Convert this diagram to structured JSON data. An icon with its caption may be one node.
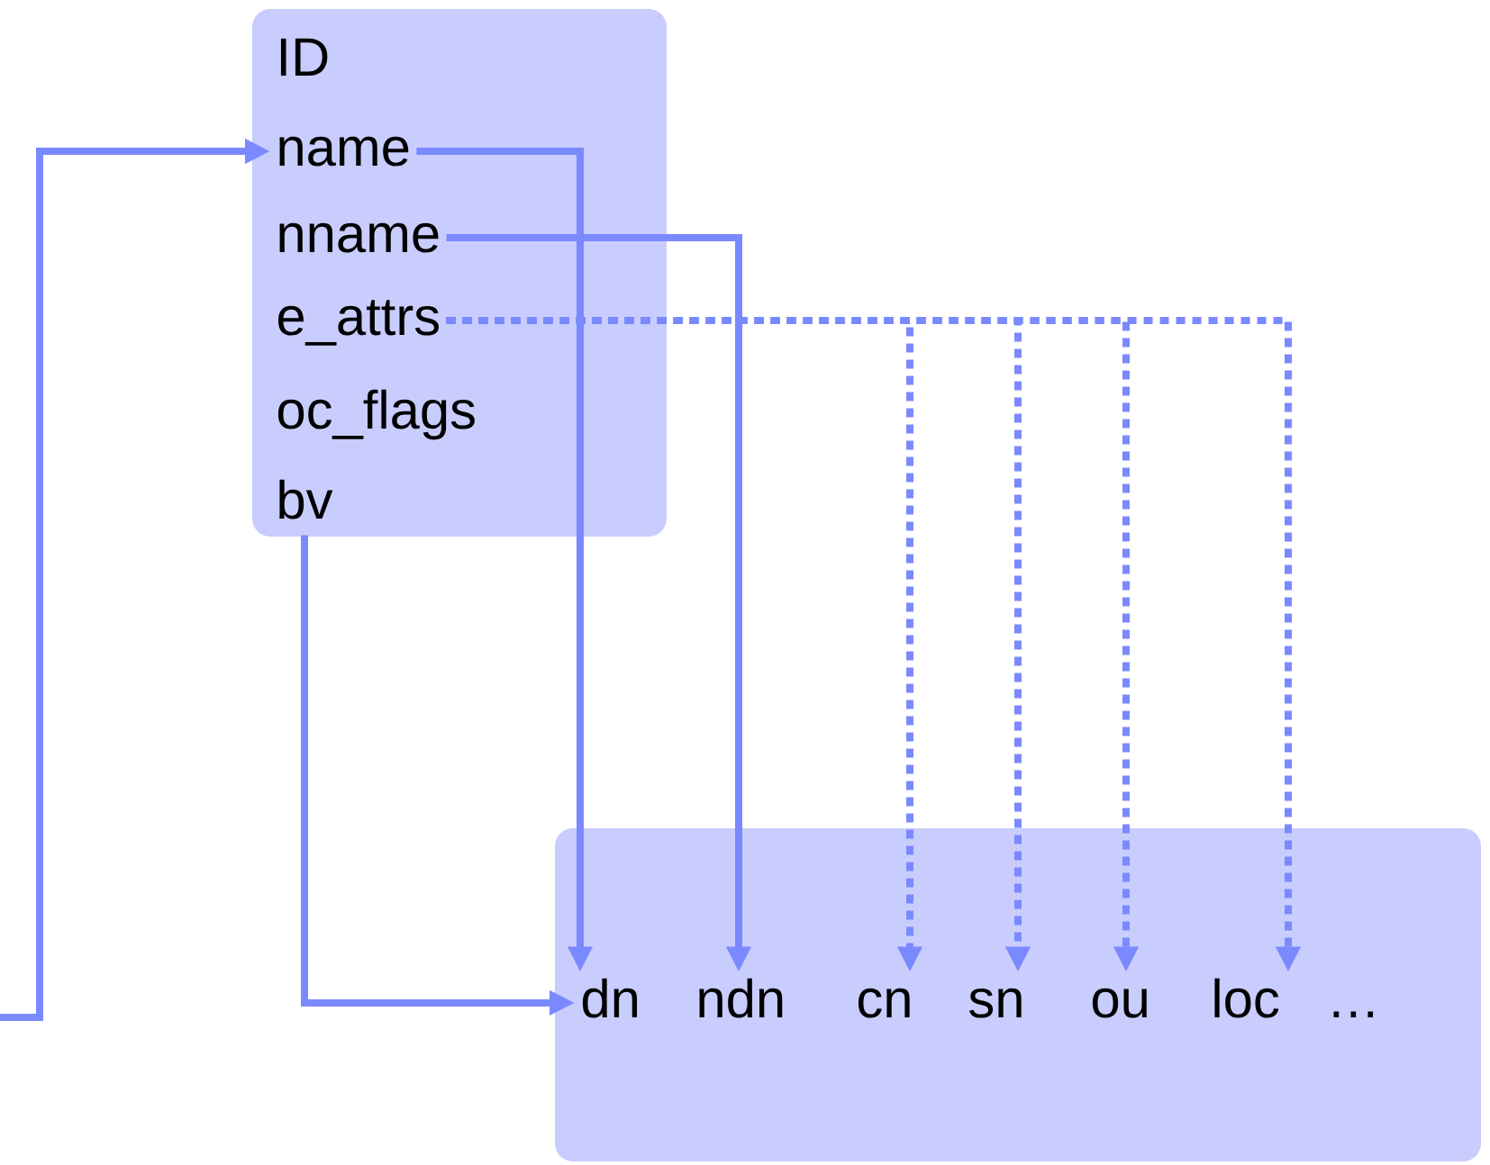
{
  "diagram": {
    "nodes": [
      {
        "text": [],
        "shape": "box"
      },
      {
        "text": [
          "ID"
        ],
        "in": 0
      },
      {
        "text": [
          "name"
        ],
        "in": 0
      },
      {
        "text": [
          "nname"
        ],
        "in": 0
      },
      {
        "text": [
          "e_attrs"
        ],
        "in": 0
      },
      {
        "text": [
          "oc_flags"
        ],
        "in": 0
      },
      {
        "text": [
          "bv"
        ],
        "in": 0
      },
      {
        "text": [],
        "shape": "box"
      },
      {
        "text": [
          "dn"
        ],
        "in": 7
      },
      {
        "text": [
          "ndn"
        ],
        "in": 7
      },
      {
        "text": [
          "cn"
        ],
        "in": 7
      },
      {
        "text": [
          "sn"
        ],
        "in": 7
      },
      {
        "text": [
          "ou"
        ],
        "in": 7
      },
      {
        "text": [
          "loc"
        ],
        "in": 7
      },
      {
        "text": [
          "…"
        ],
        "in": 7
      }
    ],
    "edges": [
      {
        "from": null,
        "to": 2,
        "arrow": "to"
      },
      {
        "from": 2,
        "to": 8,
        "arrow": "to"
      },
      {
        "from": 3,
        "to": 9,
        "arrow": "to"
      },
      {
        "from": 4,
        "to": 10,
        "arrow": "to",
        "style": "dashed"
      },
      {
        "from": 4,
        "to": 11,
        "arrow": "to",
        "style": "dashed"
      },
      {
        "from": 4,
        "to": 12,
        "arrow": "to",
        "style": "dashed"
      },
      {
        "from": 4,
        "to": 13,
        "arrow": "to",
        "style": "dashed"
      },
      {
        "from": 6,
        "to": 8,
        "arrow": "to"
      }
    ]
  }
}
